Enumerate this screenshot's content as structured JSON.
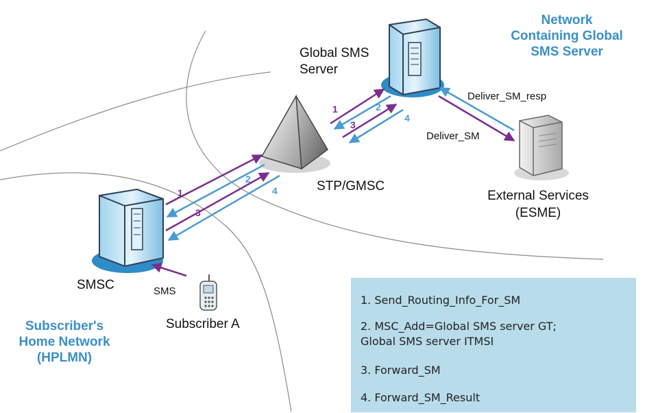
{
  "colors": {
    "purple": "#7b2d8e",
    "blue": "#4a9bd4",
    "region_label": "#3a8fc9",
    "legend_bg": "#b9dcea"
  },
  "nodes": {
    "global_sms_server": [
      "Global SMS",
      "Server"
    ],
    "stp": "STP/GMSC",
    "smsc": "SMSC",
    "subscriber": "Subscriber A",
    "esme": [
      "External Services",
      "(ESME)"
    ]
  },
  "regions": {
    "network_global": [
      "Network",
      "Containing Global",
      "SMS Server"
    ],
    "home": [
      "Subscriber's",
      "Home Network",
      "(HPLMN)"
    ]
  },
  "messages": {
    "sms": "SMS",
    "deliver_sm": "Deliver_SM",
    "deliver_sm_resp": "Deliver_SM_resp",
    "upper_numbers": [
      "1",
      "2",
      "3",
      "4"
    ],
    "lower_numbers": [
      "1",
      "2",
      "3",
      "4"
    ]
  },
  "legend": [
    [
      "1. Send_Routing_Info_For_SM"
    ],
    [
      "2. MSC_Add=Global SMS server GT;",
      "Global SMS server ITMSI"
    ],
    [
      "3. Forward_SM"
    ],
    [
      "4. Forward_SM_Result"
    ]
  ]
}
